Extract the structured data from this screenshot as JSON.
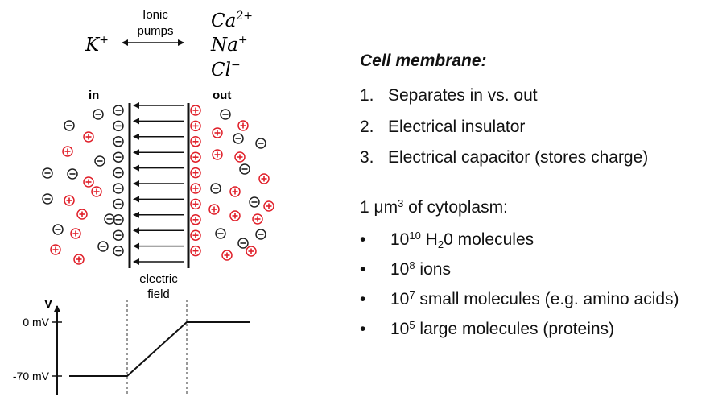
{
  "left_diagram": {
    "pumps_label_line1": "Ionic",
    "pumps_label_line2": "pumps",
    "ion_k": "K",
    "ion_k_charge": "+",
    "ion_ca": "Ca",
    "ion_ca_charge": "2+",
    "ion_na": "Na",
    "ion_na_charge": "+",
    "ion_cl": "Cl",
    "ion_cl_charge": "−",
    "in_label": "in",
    "out_label": "out",
    "field_label_line1": "electric",
    "field_label_line2": "field",
    "v_axis_label": "V",
    "tick_0": "0 mV",
    "tick_minus70": "-70 mV",
    "plus_symbol": "+",
    "minus_symbol": "−",
    "colors": {
      "positive": "#e0202a",
      "negative": "#222222",
      "line": "#111111"
    }
  },
  "right_panel": {
    "heading": "Cell membrane:",
    "numbered": [
      {
        "num": "1.",
        "text": "Separates in vs. out"
      },
      {
        "num": "2.",
        "text": "Electrical insulator"
      },
      {
        "num": "3.",
        "text": "Electrical capacitor (stores charge)"
      }
    ],
    "cytoplasm": {
      "prefix": "1 μm",
      "sup": "3",
      "suffix": " of cytoplasm:"
    },
    "bullet_symbol": "•",
    "bullets": [
      {
        "base": "10",
        "sup": "10",
        "text_a": " H",
        "sub": "2",
        "text_b": "0 molecules"
      },
      {
        "base": "10",
        "sup": "8",
        "text_a": " ions",
        "sub": "",
        "text_b": ""
      },
      {
        "base": "10",
        "sup": "7",
        "text_a": " small molecules (e.g. amino acids)",
        "sub": "",
        "text_b": ""
      },
      {
        "base": "10",
        "sup": "5",
        "text_a": " large molecules (proteins)",
        "sub": "",
        "text_b": ""
      }
    ]
  }
}
